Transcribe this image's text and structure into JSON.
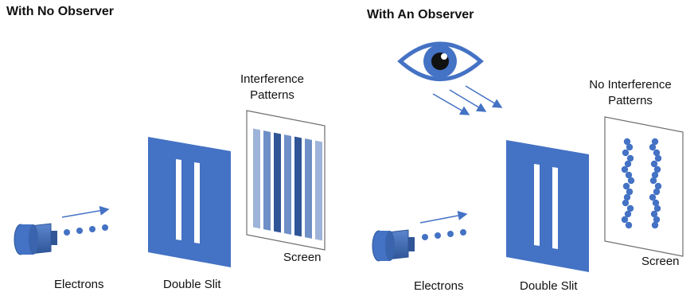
{
  "colors": {
    "blue": "#4472c4",
    "blue_dark": "#2f5597",
    "blue_light": "#9db3d9",
    "band_mid": "#6f8fc7",
    "white": "#ffffff"
  },
  "icons": [
    "camera-icon",
    "eye-icon",
    "arrow-icon"
  ],
  "left_panel": {
    "title": "With No Observer",
    "electrons_label": "Electrons",
    "double_slit_label": "Double Slit",
    "pattern_label_line1": "Interference",
    "pattern_label_line2": "Patterns",
    "screen_label": "Screen",
    "interference_bands": [
      "light",
      "mid",
      "dark",
      "mid",
      "dark",
      "mid",
      "light"
    ]
  },
  "right_panel": {
    "title": "With An Observer",
    "electrons_label": "Electrons",
    "double_slit_label": "Double Slit",
    "pattern_label_line1": "No Interference",
    "pattern_label_line2": "Patterns",
    "screen_label": "Screen"
  }
}
